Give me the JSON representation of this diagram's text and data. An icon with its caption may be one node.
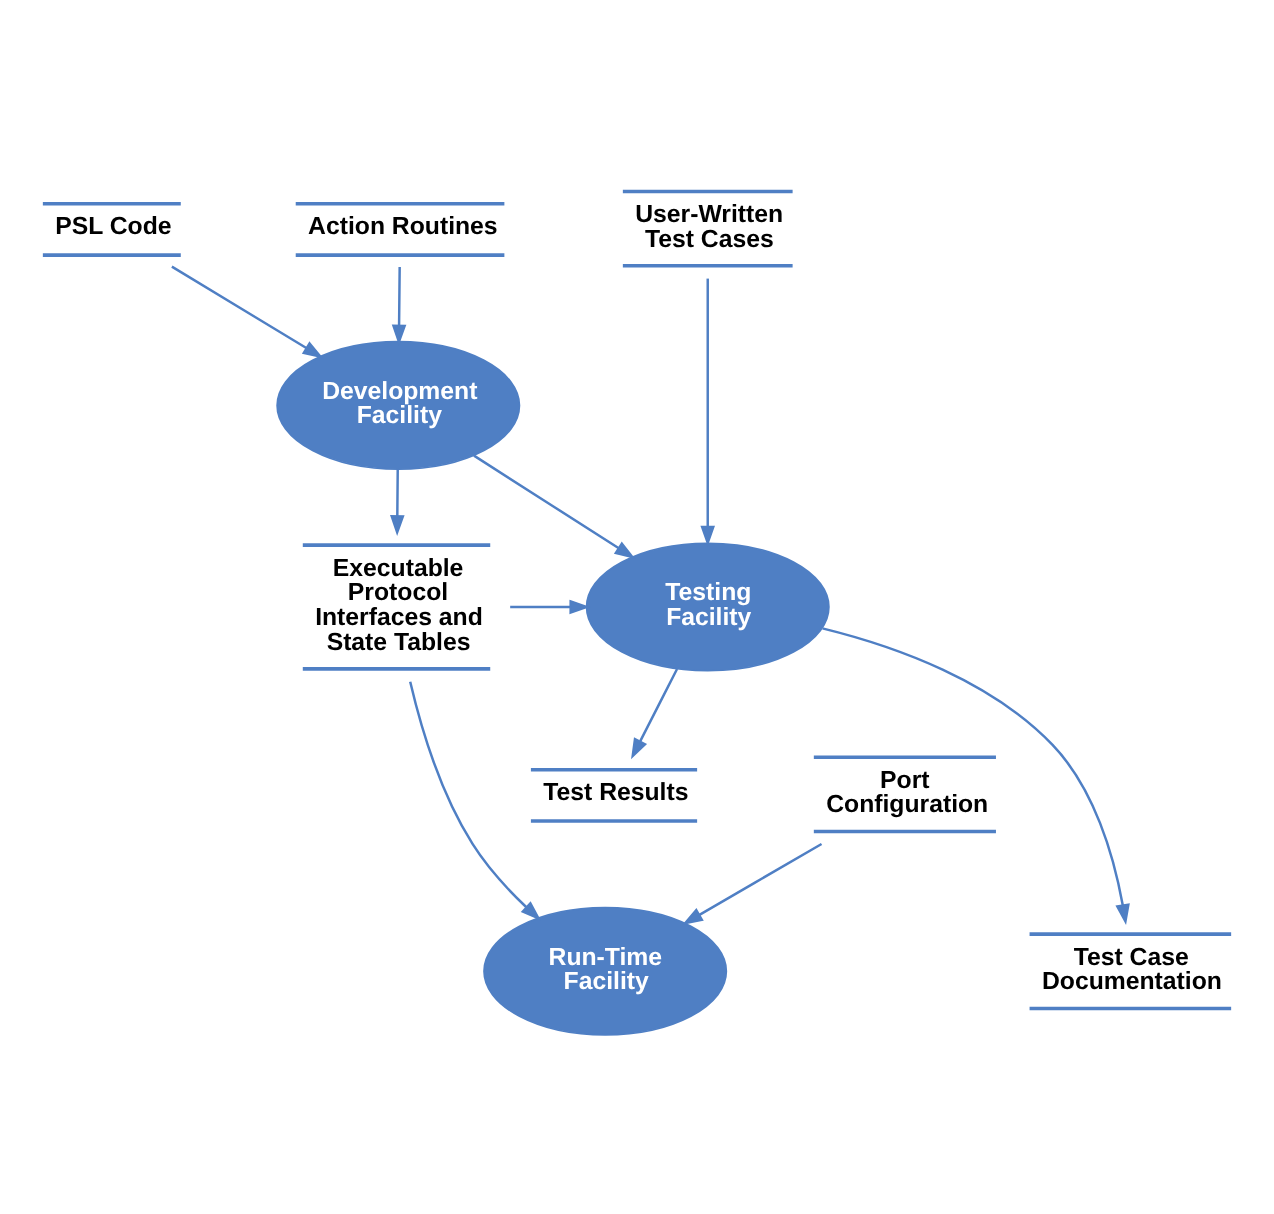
{
  "diagram": {
    "nodes": [
      {
        "text": [
          "PSL Code"
        ]
      },
      {
        "text": [
          "Action Routines"
        ]
      },
      {
        "text": [
          "User-Written Test Cases"
        ]
      },
      {
        "text": [
          "Development Facility"
        ]
      },
      {
        "text": [
          "Executable Protocol Interfaces and State Tables"
        ]
      },
      {
        "text": [
          "Testing Facility"
        ]
      },
      {
        "text": [
          "Port Configuration"
        ]
      },
      {
        "text": [
          "Test Results"
        ]
      },
      {
        "text": [
          "Run-Time Facility"
        ]
      },
      {
        "text": [
          "Test Case Documentation"
        ]
      }
    ],
    "edges": [
      {
        "from": 0,
        "to": 3,
        "arrow": "to"
      },
      {
        "from": 1,
        "to": 3,
        "arrow": "to"
      },
      {
        "from": 2,
        "to": 5,
        "arrow": "to"
      },
      {
        "from": 3,
        "to": 4,
        "arrow": "to"
      },
      {
        "from": 3,
        "to": 5,
        "arrow": "to"
      },
      {
        "from": 4,
        "to": 5,
        "arrow": "to"
      },
      {
        "from": 4,
        "to": 8,
        "arrow": "to"
      },
      {
        "from": 6,
        "to": 8,
        "arrow": "to"
      },
      {
        "from": 5,
        "to": 7,
        "arrow": "to"
      },
      {
        "from": 5,
        "to": 9,
        "arrow": "to"
      }
    ]
  }
}
